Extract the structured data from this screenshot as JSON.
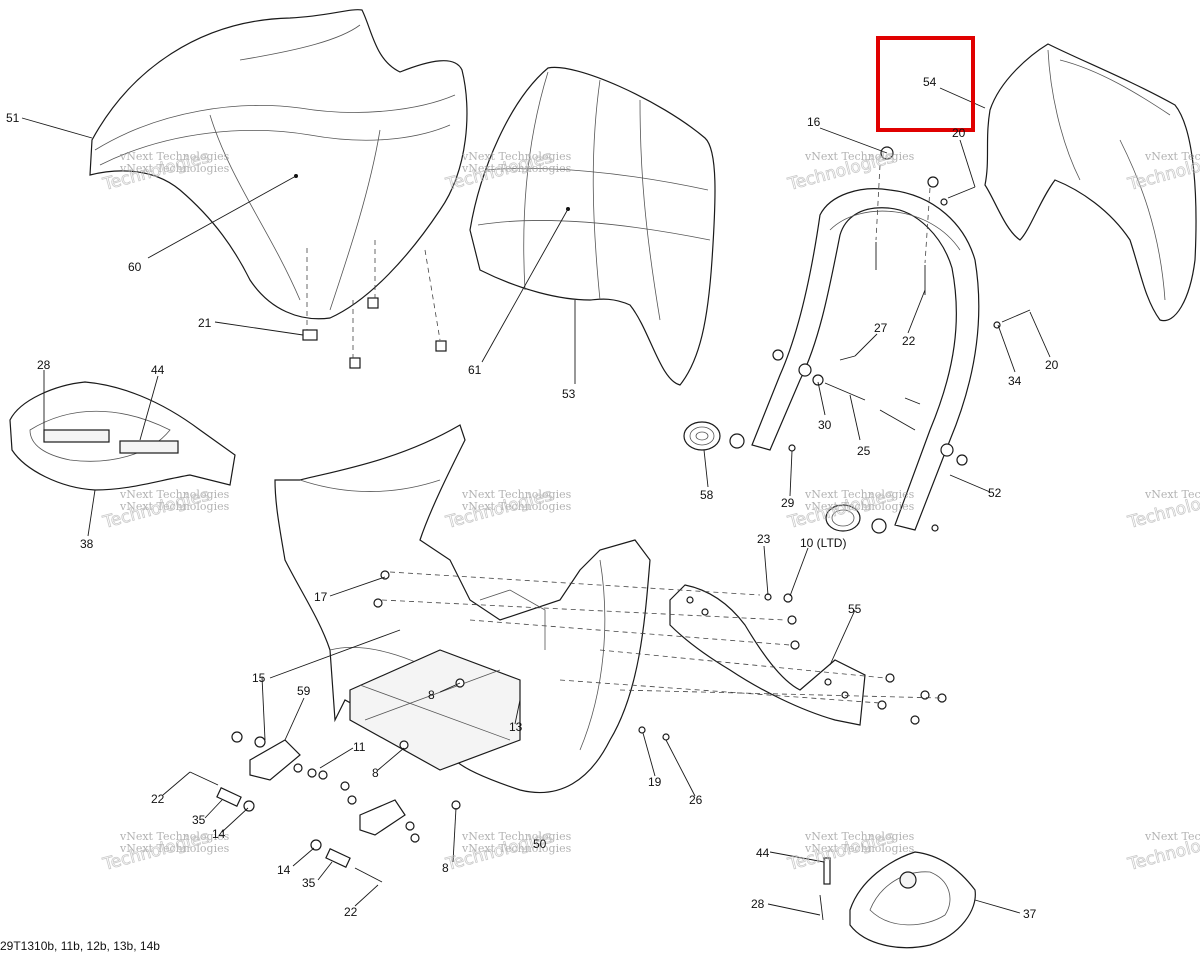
{
  "diagram": {
    "document_code": "29T1310b, 11b, 12b, 13b, 14b",
    "watermark": {
      "line1": "vNext Technologies",
      "line2": "Technologies"
    },
    "highlight_color": "#e00000",
    "labels": {
      "l51": "51",
      "l60": "60",
      "l21": "21",
      "l61": "61",
      "l53": "53",
      "l54": "54",
      "l16": "16",
      "l20a": "20",
      "l22a": "22",
      "l27": "27",
      "l34": "34",
      "l20b": "20",
      "l30": "30",
      "l25": "25",
      "l52": "52",
      "l58": "58",
      "l29": "29",
      "l28a": "28",
      "l44a": "44",
      "l38": "38",
      "l23": "23",
      "l10": "10 (LTD)",
      "l55": "55",
      "l17": "17",
      "l15": "15",
      "l59": "59",
      "l8a": "8",
      "l13": "13",
      "l11": "11",
      "l8b": "8",
      "l19": "19",
      "l26": "26",
      "l22b": "22",
      "l35a": "35",
      "l14a": "14",
      "l50": "50",
      "l8c": "8",
      "l14b": "14",
      "l35b": "35",
      "l22c": "22",
      "l44b": "44",
      "l28b": "28",
      "l37": "37"
    }
  }
}
